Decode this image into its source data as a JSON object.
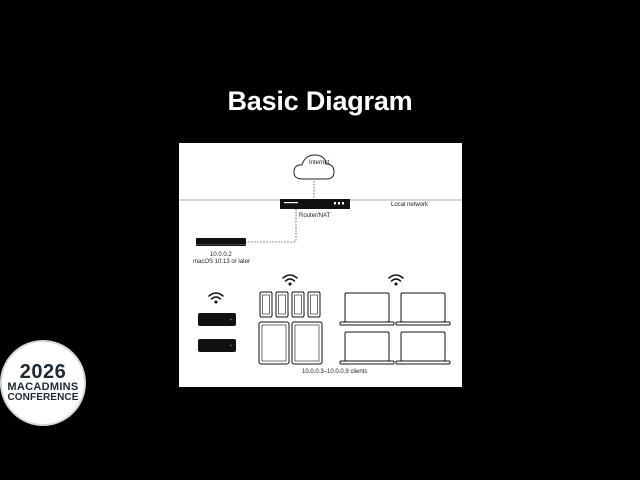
{
  "slide": {
    "title": "Basic Diagram"
  },
  "diagram": {
    "labels": {
      "internet": "Internet",
      "router": "Router/NAT",
      "local_network": "Local network",
      "cache_ip": "10.0.0.2",
      "cache_os": "macOS 10.13 or later",
      "clients": "10.0.0.3–10.0.0.9 clients"
    },
    "icons": [
      "cloud-icon",
      "router-icon",
      "mac-mini-icon",
      "wifi-icon",
      "apple-tv-icon",
      "iphone-icon",
      "ipad-icon",
      "laptop-icon"
    ]
  },
  "badge": {
    "year": "2026",
    "org": "MACADMINS",
    "event": "CONFERENCE"
  }
}
